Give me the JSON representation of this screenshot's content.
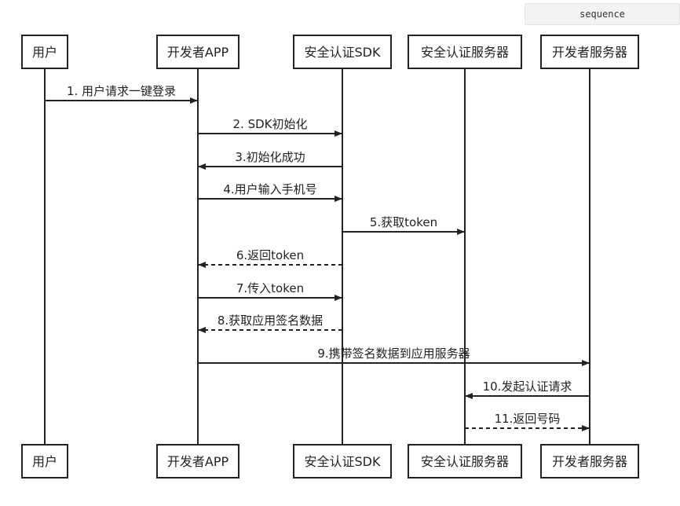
{
  "sequence_tab": {
    "label": "sequence"
  },
  "participants": [
    {
      "id": "user",
      "label": "用户"
    },
    {
      "id": "app",
      "label": "开发者APP"
    },
    {
      "id": "sdk",
      "label": "安全认证SDK"
    },
    {
      "id": "auth",
      "label": "安全认证服务器"
    },
    {
      "id": "devsrv",
      "label": "开发者服务器"
    }
  ],
  "messages": [
    {
      "from": "user",
      "to": "app",
      "label": "1. 用户请求一键登录",
      "dashed": false
    },
    {
      "from": "app",
      "to": "sdk",
      "label": "2. SDK初始化",
      "dashed": false
    },
    {
      "from": "sdk",
      "to": "app",
      "label": "3.初始化成功",
      "dashed": false
    },
    {
      "from": "app",
      "to": "sdk",
      "label": "4.用户输入手机号",
      "dashed": false
    },
    {
      "from": "sdk",
      "to": "auth",
      "label": "5.获取token",
      "dashed": false
    },
    {
      "from": "sdk",
      "to": "app",
      "label": "6.返回token",
      "dashed": true
    },
    {
      "from": "app",
      "to": "sdk",
      "label": "7.传入token",
      "dashed": false
    },
    {
      "from": "sdk",
      "to": "app",
      "label": "8.获取应用签名数据",
      "dashed": true
    },
    {
      "from": "app",
      "to": "devsrv",
      "label": "9.携带签名数据到应用服务器",
      "dashed": false
    },
    {
      "from": "devsrv",
      "to": "auth",
      "label": "10.发起认证请求",
      "dashed": false
    },
    {
      "from": "auth",
      "to": "devsrv",
      "label": "11.返回号码",
      "dashed": true
    }
  ]
}
